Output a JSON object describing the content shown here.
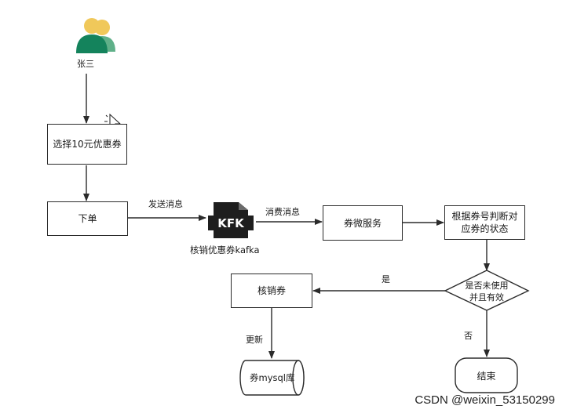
{
  "user": {
    "name": "张三"
  },
  "nodes": {
    "select_coupon": "选择10元优惠券",
    "place_order": "下单",
    "kafka": {
      "label": "核销优惠券kafka",
      "logo_text": "KFK"
    },
    "coupon_service": "券微服务",
    "check_status": [
      "根据券号判断对",
      "应券的状态"
    ],
    "decision": [
      "是否未使用",
      "并且有效"
    ],
    "redeem": "核销券",
    "db": "券mysql库",
    "end": "结束"
  },
  "edges": {
    "send_message": "发送消息",
    "consume_message": "消费消息",
    "yes": "是",
    "no": "否",
    "update": "更新"
  },
  "watermark": "CSDN @weixin_53150299",
  "colors": {
    "user_front": "#14835c",
    "user_back": "#5fb089",
    "user_head": "#f0c85a",
    "stroke": "#2b2b2b"
  }
}
